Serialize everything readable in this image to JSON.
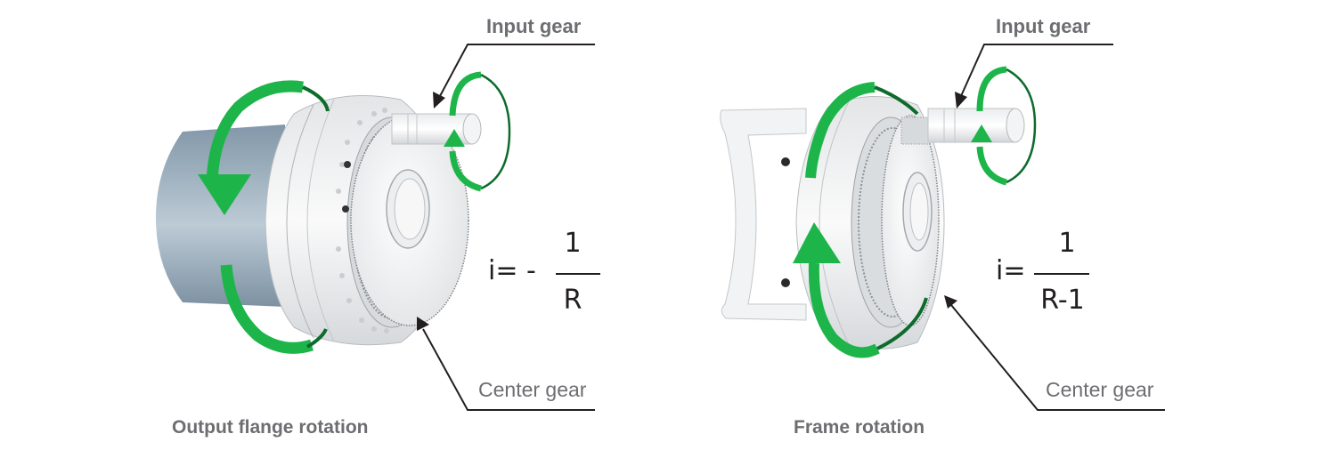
{
  "left_panel": {
    "input_label": "Input gear",
    "center_label": "Center gear",
    "caption": "Output flange rotation",
    "formula": {
      "lhs": "i= -",
      "numerator": "1",
      "denominator": "R"
    }
  },
  "right_panel": {
    "input_label": "Input gear",
    "center_label": "Center gear",
    "caption": "Frame rotation",
    "formula": {
      "lhs": "i=",
      "numerator": "1",
      "denominator": "R-1"
    }
  },
  "colors": {
    "arrow_green": "#1db54a",
    "arrow_green_dark": "#0d6b2c",
    "label_gray": "#6d6e71",
    "leader_black": "#231f20",
    "cylinder_blue": "#a9bccb"
  }
}
